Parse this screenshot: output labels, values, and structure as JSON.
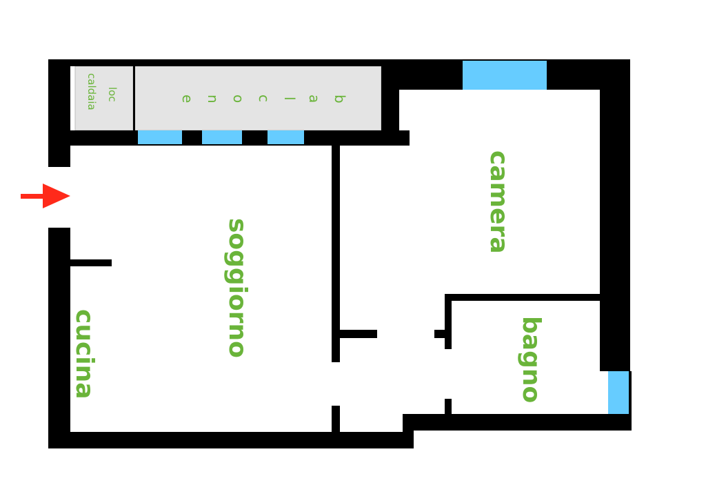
{
  "rooms": {
    "camera": "camera",
    "soggiorno": "soggiorno",
    "bagno": "bagno",
    "cucina": "cucina"
  },
  "balcony": {
    "letters": [
      "b",
      "a",
      "l",
      "c",
      "o",
      "n",
      "e"
    ]
  },
  "boiler_room": {
    "line1": "loc",
    "line2": "caldaia"
  },
  "colors": {
    "wall": "#000000",
    "window": "#66ccff",
    "label": "#6ab43a",
    "entrance_arrow": "#ff2a1a",
    "balcony_fill": "#e4e4e4"
  },
  "icons": {
    "entrance": "entrance-arrow-icon"
  }
}
